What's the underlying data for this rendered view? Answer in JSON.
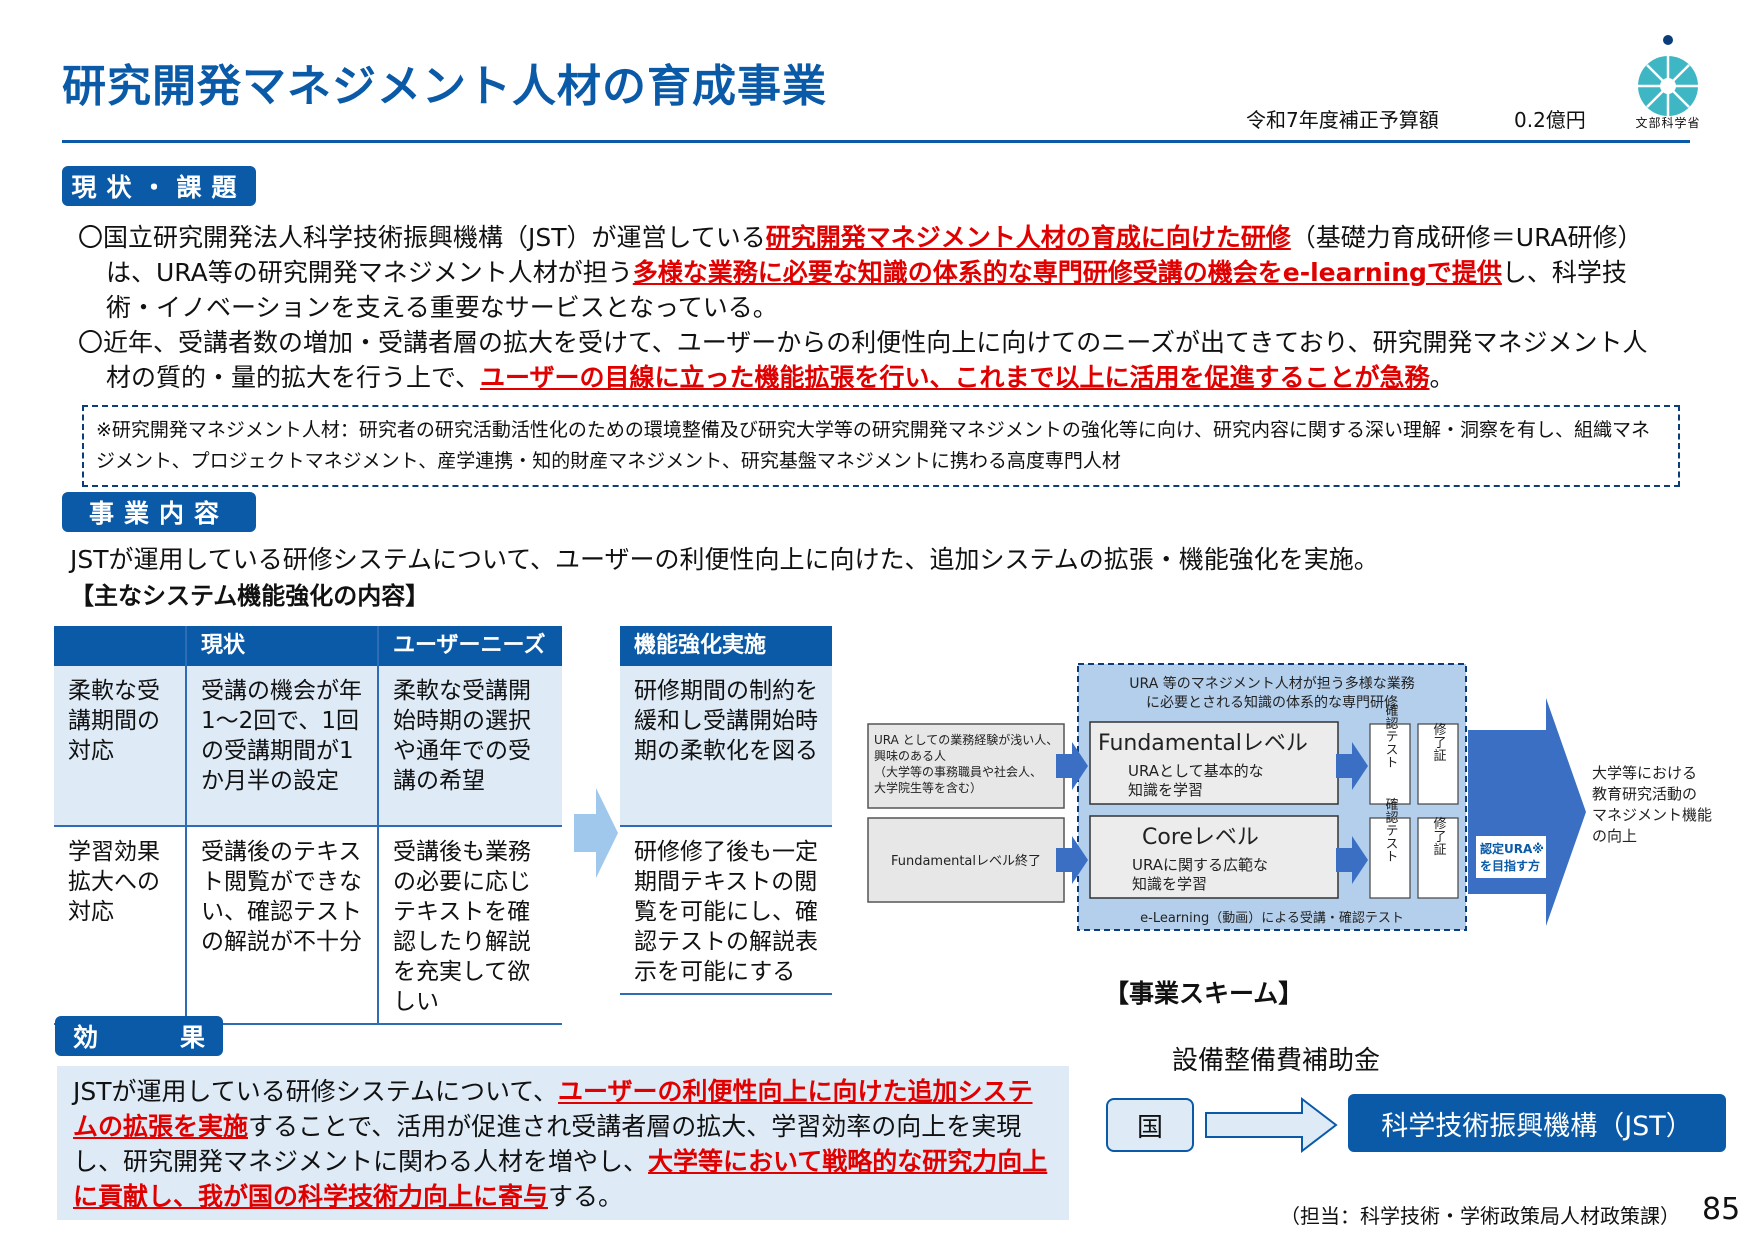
{
  "header": {
    "title": "研究開発マネジメント人材の育成事業",
    "budget_label": "令和7年度補正予算額",
    "budget_value": "0.2億円",
    "ministry": "文部科学省"
  },
  "status": {
    "badge": "現状・課題",
    "p1_a": "〇国立研究開発法人科学技術振興機構（JST）が運営している",
    "p1_b": "研究開発マネジメント人材の育成に向けた研修",
    "p1_c": "（基礎力育成研修＝URA研修）は、URA等の研究開発マネジメント人材が担う",
    "p1_d": "多様な業務に必要な知識の体系的な専門研修受講の機会をe-learningで提供",
    "p1_e": "し、科学技術・イノベーションを支える重要なサービスとなっている。",
    "p2_a": "〇近年、受講者数の増加・受講者層の拡大を受けて、ユーザーからの利便性向上に向けてのニーズが出てきており、研究開発マネジメント人材の質的・量的拡大を行う上で、",
    "p2_b": "ユーザーの目線に立った機能拡張を行い、これまで以上に活用を促進することが急務",
    "p2_c": "。",
    "note": "※研究開発マネジメント人材：研究者の研究活動活性化のための環境整備及び研究大学等の研究開発マネジメントの強化等に向け、研究内容に関する深い理解・洞察を有し、組織マネジメント、プロジェクトマネジメント、産学連携・知的財産マネジメント、研究基盤マネジメントに携わる高度専門人材"
  },
  "business": {
    "badge": "事業内容",
    "intro": "JSTが運用している研修システムについて、ユーザーの利便性向上に向けた、追加システムの拡張・機能強化を実施。",
    "subhead": "【主なシステム機能強化の内容】",
    "table": {
      "headers": [
        "",
        "現状",
        "ユーザーニーズ"
      ],
      "rows": [
        [
          "柔軟な受講期間の対応",
          "受講の機会が年1～2回で、1回の受講期間が1か月半の設定",
          "柔軟な受講開始時期の選択や通年での受講の希望"
        ],
        [
          "学習効果拡大への対応",
          "受講後のテキスト閲覧ができない、確認テストの解説が不十分",
          "受講後も業務の必要に応じテキストを確認したり解説を充実して欲しい"
        ]
      ]
    },
    "impl": {
      "header": "機能強化実施",
      "rows": [
        "研修期間の制約を緩和し受講開始時期の柔軟化を図る",
        "研修修了後も一定期間テキストの閲覧を可能にし、確認テストの解説表示を可能にする"
      ]
    }
  },
  "diagram": {
    "box_title_1": "URA 等のマネジメント人材が担う多様な業務",
    "box_title_2": "に必要とされる知識の体系的な専門研修",
    "input1_lines": [
      "URA としての業務経験が浅い人、",
      "興味のある人",
      "（大学等の事務職員や社会人、",
      "大学院生等を含む）"
    ],
    "input2": "Fundamentalレベル終了",
    "level1_title": "Fundamentalレベル",
    "level1_desc_1": "URAとして基本的な",
    "level1_desc_2": "知識を学習",
    "level2_title": "Coreレベル",
    "level2_desc_1": "URAに関する広範な",
    "level2_desc_2": "知識を学習",
    "test_label": "確認テスト",
    "cert_label": "修了証",
    "footer": "e-Learning（動画）による受講・確認テスト",
    "goal_1": "認定URA※",
    "goal_2": "を目指す方",
    "outcome_lines": [
      "大学等における",
      "教育研究活動の",
      "マネジメント機能",
      "の向上"
    ]
  },
  "effect": {
    "badge_left": "効",
    "badge_right": "果",
    "t1": "JSTが運用している研修システムについて、",
    "t2": "ユーザーの利便性向上に向けた追加システムの拡張を実施",
    "t3": "することで、活用が促進され受講者層の拡大、学習効率の向上を実現し、研究開発マネジメントに関わる人材を増やし、",
    "t4": "大学等において戦略的な研究力向上に貢献し、我が国の科学技術力向上に寄与",
    "t5": "する。"
  },
  "scheme": {
    "title": "【事業スキーム】",
    "fund": "設備整備費補助金",
    "from": "国",
    "to": "科学技術振興機構（JST）"
  },
  "footer": {
    "contact": "（担当：科学技術・学術政策局人材政策課）",
    "page": "85"
  },
  "colors": {
    "primary": "#0a5aa8",
    "accent_red": "#e00000",
    "light_blue": "#deebf7",
    "diagram_bg": "#b4cfec",
    "arrow_blue": "#3a6fc4",
    "logo_teal": "#3fb6c3"
  }
}
